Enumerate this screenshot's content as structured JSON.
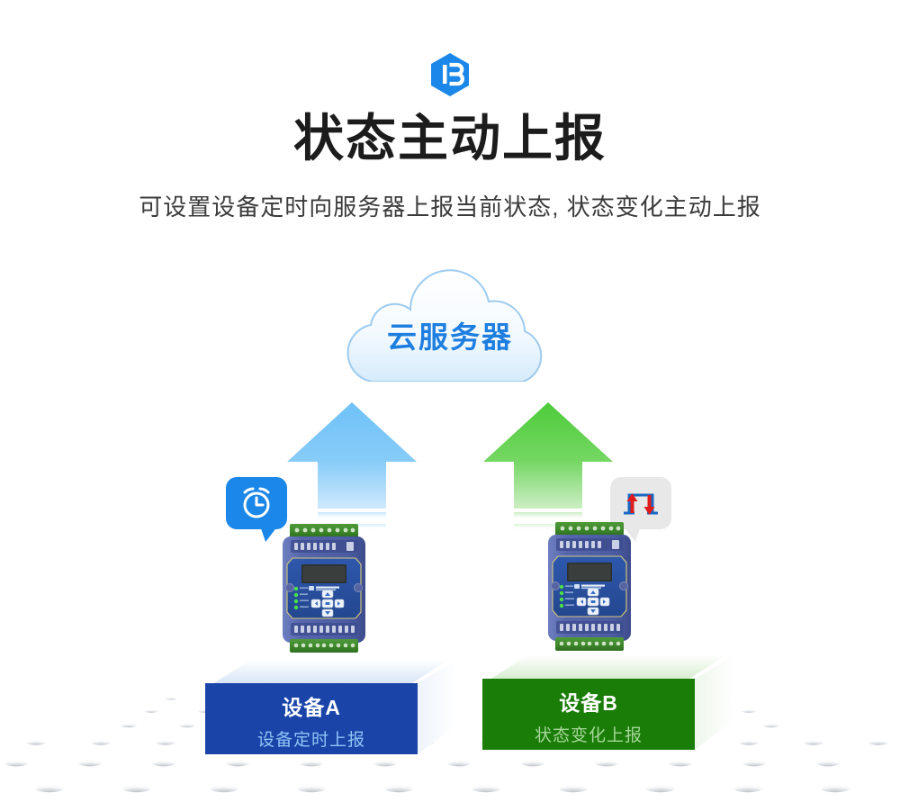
{
  "header": {
    "logo_icon": "hexagon-b-logo-icon",
    "logo_letter": "B",
    "logo_color": "#1b87e8",
    "title": "状态主动上报",
    "subtitle": "可设置设备定时向服务器上报当前状态, 状态变化主动上报"
  },
  "diagram": {
    "cloud": {
      "label": "云服务器",
      "label_color": "#1f7fe0",
      "icon": "cloud-shape-icon"
    },
    "flows": [
      {
        "id": "flow-a",
        "arrow_icon": "up-arrow-icon",
        "arrow_color": "#6ec1f7",
        "bubble_icon": "alarm-clock-icon",
        "bubble_color": "#1b87e8"
      },
      {
        "id": "flow-b",
        "arrow_icon": "up-arrow-icon",
        "arrow_color": "#4ecb3a",
        "bubble_icon": "signal-change-arrows-icon",
        "bubble_color": "#e8e8e8"
      }
    ],
    "devices": [
      {
        "id": "device-a",
        "module_icon": "io-controller-module-icon",
        "platform_name": "设备A",
        "platform_sub": "设备定时上报",
        "platform_color": "#1a44a8",
        "sub_color": "#8fc4f5"
      },
      {
        "id": "device-b",
        "module_icon": "io-controller-module-icon",
        "platform_name": "设备B",
        "platform_sub": "状态变化上报",
        "platform_color": "#1a7d08",
        "sub_color": "#a6d79a"
      }
    ],
    "floor_icon": "perspective-dot-grid-icon"
  },
  "colors": {
    "background": "#ffffff",
    "title": "#1c1c1c",
    "subtitle": "#3b3b3b",
    "accent_blue": "#1b87e8",
    "accent_green": "#1a7d08",
    "device_body": "#4a5fa8"
  }
}
